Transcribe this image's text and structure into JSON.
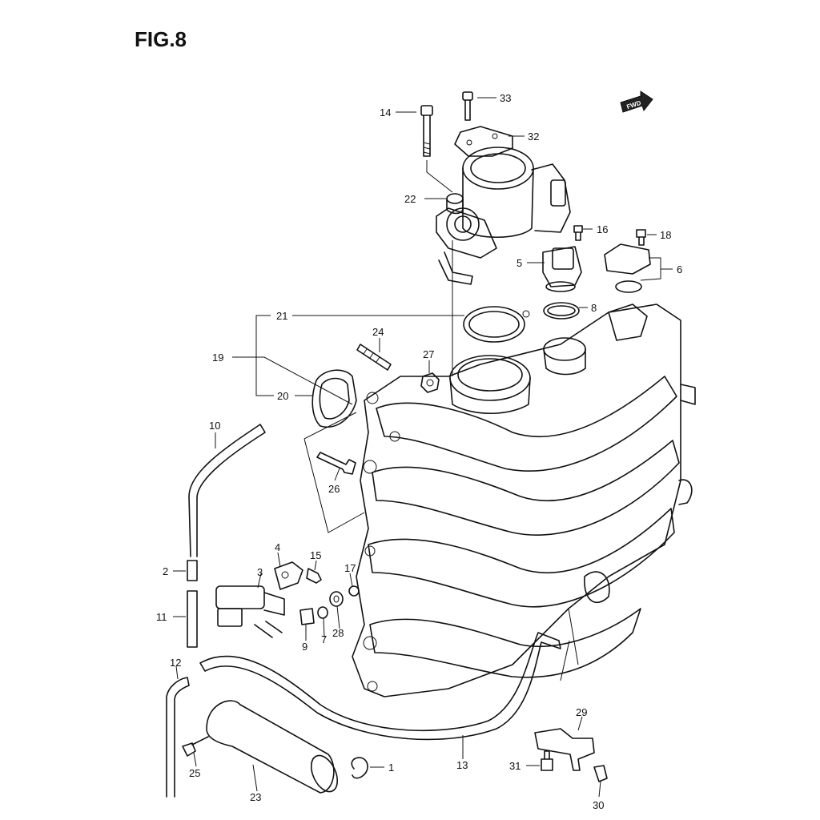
{
  "figure": {
    "title": "FIG.8",
    "fwd_label": "FWD",
    "icon": "fwd-arrow-icon"
  },
  "callouts": {
    "p1": "1",
    "p2": "2",
    "p3": "3",
    "p4": "4",
    "p5": "5",
    "p6": "6",
    "p7": "7",
    "p8": "8",
    "p9": "9",
    "p10": "10",
    "p11": "11",
    "p12": "12",
    "p13": "13",
    "p14": "14",
    "p15": "15",
    "p16": "16",
    "p17": "17",
    "p18": "18",
    "p19": "19",
    "p20": "20",
    "p21": "21",
    "p22": "22",
    "p23": "23",
    "p24": "24",
    "p25": "25",
    "p26": "26",
    "p27": "27",
    "p28": "28",
    "p29": "29",
    "p30": "30",
    "p31": "31",
    "p32": "32",
    "p33": "33"
  }
}
